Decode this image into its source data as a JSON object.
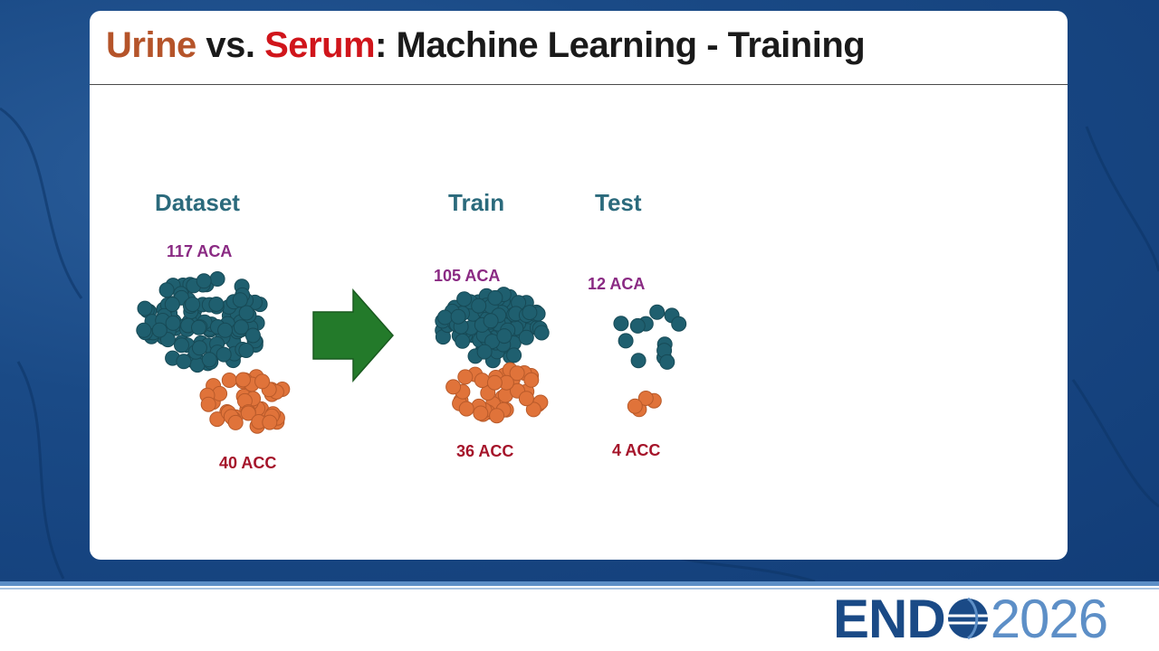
{
  "slide": {
    "title_urine": "Urine",
    "title_vs": " vs. ",
    "title_serum": "Serum",
    "title_rest": ": Machine Learning - Training"
  },
  "dataset": {
    "heading": "Dataset",
    "aca_label": "117 ACA",
    "acc_label": "40 ACC"
  },
  "train": {
    "heading": "Train",
    "aca_label": "105 ACA",
    "acc_label": "36 ACC"
  },
  "test": {
    "heading": "Test",
    "aca_label": "12 ACA",
    "acc_label": "4 ACC"
  },
  "logo": {
    "brand_left": "END",
    "brand_year": "2026"
  },
  "colors": {
    "aca_dot": "#1f5f6f",
    "acc_dot": "#e0733a",
    "arrow": "#237a2a",
    "heading": "#2b6a7c"
  }
}
